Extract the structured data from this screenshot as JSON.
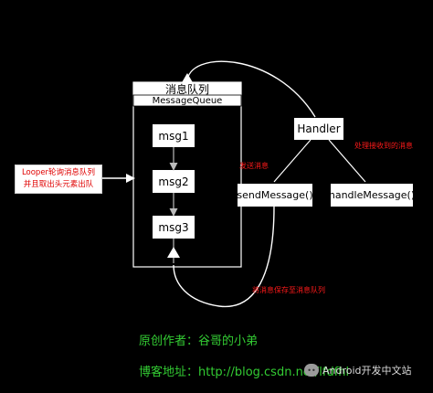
{
  "queue": {
    "title": "消息队列",
    "subtitle": "MessageQueue"
  },
  "messages": [
    "msg1",
    "msg2",
    "msg3"
  ],
  "handler": "Handler",
  "methods": {
    "send": "sendMessage()",
    "handle": "handleMessage()"
  },
  "notes": {
    "send_msg": "发送消息",
    "handler_receive": "处理接收到的消息",
    "enqueue": "将消息保存至消息队列",
    "looper_line1": "Looper轮询消息队列",
    "looper_line2": "并且取出头元素出队"
  },
  "footer": {
    "author": "原创作者：谷哥的小弟",
    "blog": "博客地址：http://blog.csdn.net/lfdfhl"
  },
  "watermark": {
    "text": "Android开发中文站"
  },
  "colors": {
    "note": "#ff1a1a",
    "footer": "#33cc33",
    "background": "#000000"
  }
}
